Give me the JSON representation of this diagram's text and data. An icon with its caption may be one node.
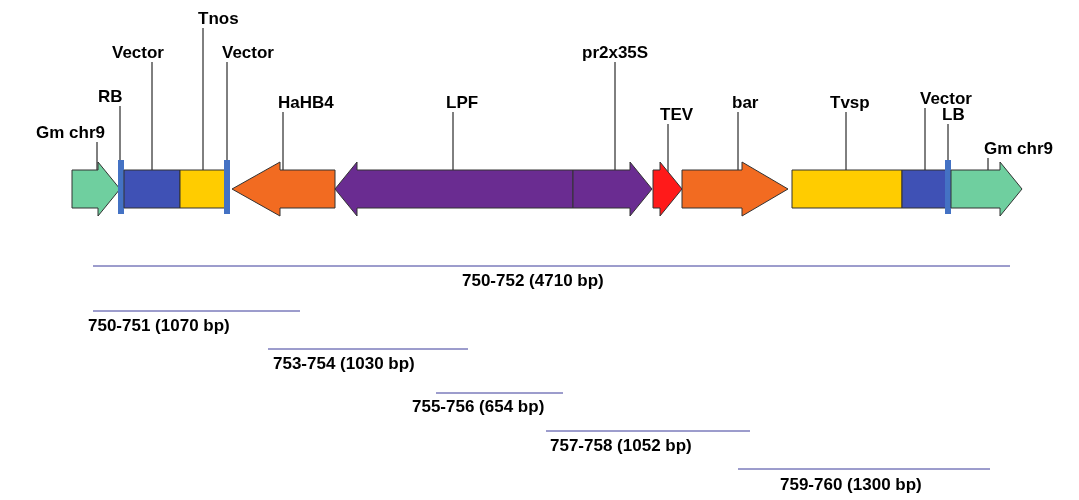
{
  "diagram": {
    "nodes": [
      {
        "text": [
          "Gm chr9"
        ]
      },
      {
        "text": [],
        "shape": "arrow"
      },
      {
        "text": [
          "RB"
        ]
      },
      {
        "text": [],
        "shape": "bar"
      },
      {
        "text": [
          "Vector"
        ]
      },
      {
        "text": [],
        "shape": "box"
      },
      {
        "text": [
          "Tnos"
        ]
      },
      {
        "text": [],
        "shape": "box"
      },
      {
        "text": [
          "Vector"
        ]
      },
      {
        "text": [],
        "shape": "bar"
      },
      {
        "text": [
          "HaHB4"
        ]
      },
      {
        "text": [],
        "shape": "arrow"
      },
      {
        "text": [
          "LPF"
        ]
      },
      {
        "text": [],
        "shape": "arrow"
      },
      {
        "text": [
          "pr2x35S"
        ]
      },
      {
        "text": [],
        "shape": "arrow"
      },
      {
        "text": [
          "TEV"
        ]
      },
      {
        "text": [],
        "shape": "arrow"
      },
      {
        "text": [
          "bar"
        ]
      },
      {
        "text": [],
        "shape": "arrow"
      },
      {
        "text": [
          "Tvsp"
        ]
      },
      {
        "text": [],
        "shape": "box"
      },
      {
        "text": [
          "Vector"
        ]
      },
      {
        "text": [],
        "shape": "box"
      },
      {
        "text": [
          "LB"
        ]
      },
      {
        "text": [],
        "shape": "bar"
      },
      {
        "text": [
          "Gm chr9"
        ]
      },
      {
        "text": [],
        "shape": "arrow"
      }
    ],
    "edges": [
      {
        "from": 0,
        "to": 1,
        "arrow": "none"
      },
      {
        "from": 2,
        "to": 3,
        "arrow": "none"
      },
      {
        "from": 4,
        "to": 5,
        "arrow": "none"
      },
      {
        "from": 6,
        "to": 7,
        "arrow": "none"
      },
      {
        "from": 8,
        "to": 9,
        "arrow": "none"
      },
      {
        "from": 10,
        "to": 11,
        "arrow": "none"
      },
      {
        "from": 12,
        "to": 13,
        "arrow": "none"
      },
      {
        "from": 14,
        "to": 15,
        "arrow": "none"
      },
      {
        "from": 16,
        "to": 17,
        "arrow": "none"
      },
      {
        "from": 18,
        "to": 19,
        "arrow": "none"
      },
      {
        "from": 20,
        "to": 21,
        "arrow": "none"
      },
      {
        "from": 22,
        "to": 23,
        "arrow": "none"
      },
      {
        "from": 24,
        "to": 25,
        "arrow": "none"
      },
      {
        "from": 26,
        "to": 27,
        "arrow": "none"
      }
    ],
    "labels": [
      "750-752 (4710 bp)",
      "750-751 (1070 bp)",
      "753-754 (1030 bp)",
      "755-756 (654 bp)",
      "757-758 (1052 bp)",
      "759-760 (1300 bp)"
    ]
  }
}
